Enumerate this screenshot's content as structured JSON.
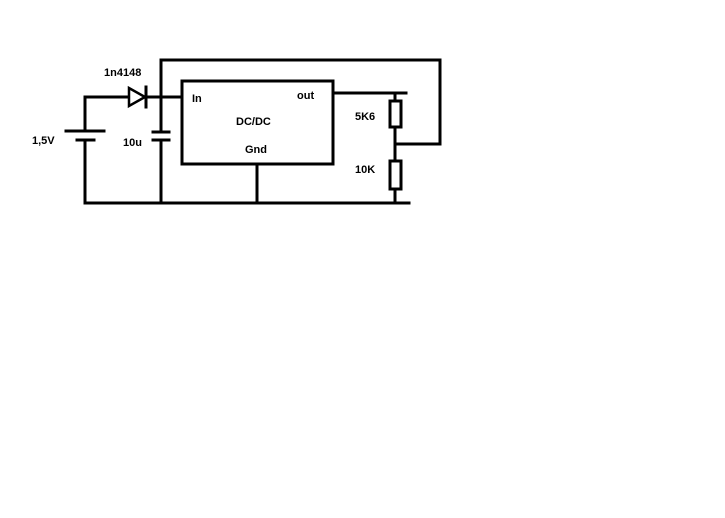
{
  "diagram": {
    "battery_label": "1,5V",
    "diode_label": "1n4148",
    "capacitor_label": "10u",
    "converter": {
      "in_label": "In",
      "out_label": "out",
      "name_label": "DC/DC",
      "gnd_label": "Gnd"
    },
    "resistor_top_label": "5K6",
    "resistor_bottom_label": "10K"
  }
}
